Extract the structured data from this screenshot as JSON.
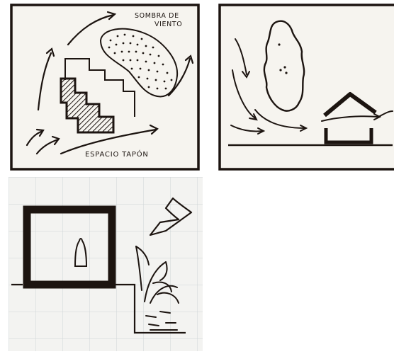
{
  "panels": {
    "wind_shadow": {
      "label_top": [
        "SOMBRA DE",
        "VIENTO"
      ],
      "label_bottom": "ESPACIO TAPÓN"
    },
    "vegetation_barrier": {},
    "wall_and_plants": {}
  },
  "colors": {
    "ink": "#1c1410",
    "paper": "#f6f4ef",
    "grid_paper": "#f3f3f1",
    "grid_line": "#cfd6d6"
  }
}
